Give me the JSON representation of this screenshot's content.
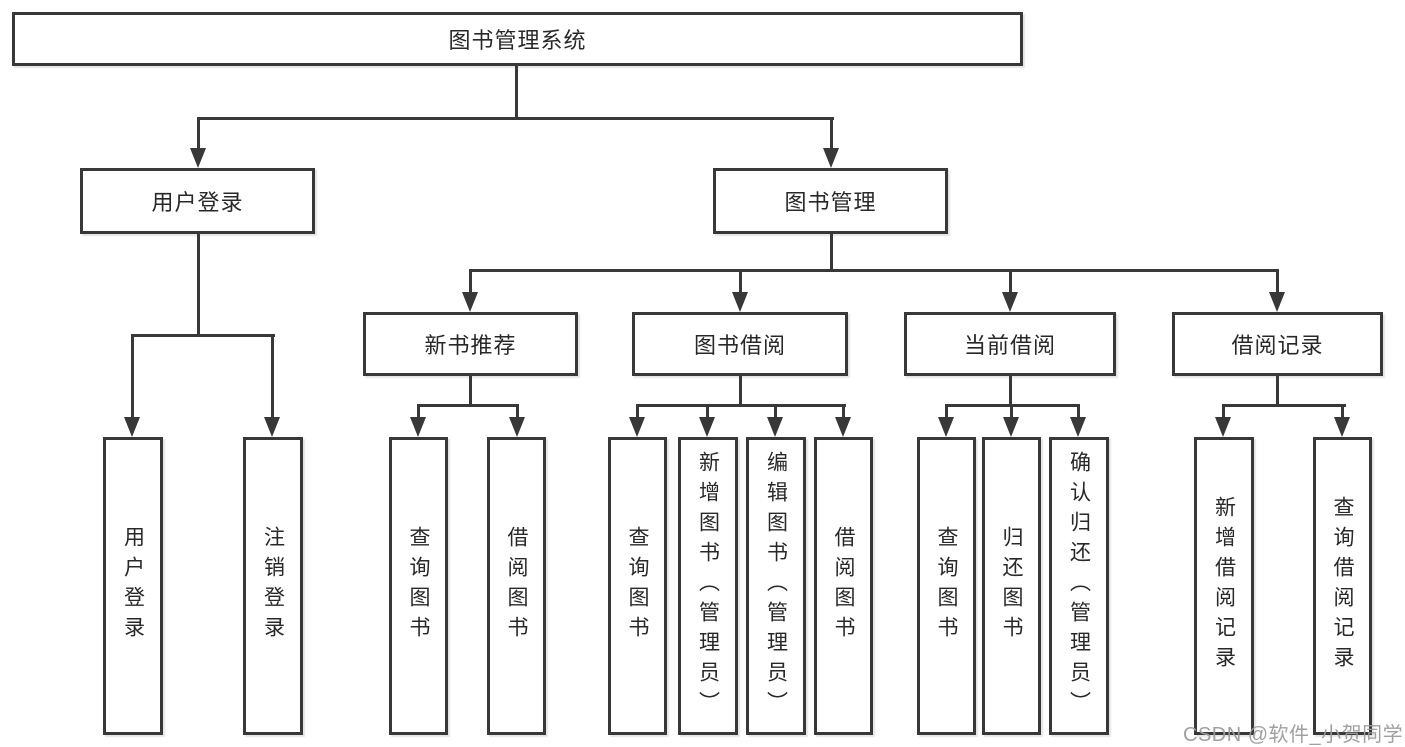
{
  "root": {
    "label": "图书管理系统"
  },
  "branches": {
    "user_login": {
      "label": "用户登录",
      "children": [
        {
          "label": "用户登录"
        },
        {
          "label": "注销登录"
        }
      ]
    },
    "book_management": {
      "label": "图书管理",
      "sections": {
        "new_book": {
          "label": "新书推荐",
          "children": [
            {
              "label": "查询图书"
            },
            {
              "label": "借阅图书"
            }
          ]
        },
        "borrow": {
          "label": "图书借阅",
          "children": [
            {
              "label": "查询图书"
            },
            {
              "label": "新增图书（管理员）"
            },
            {
              "label": "编辑图书（管理员）"
            },
            {
              "label": "借阅图书"
            }
          ]
        },
        "current": {
          "label": "当前借阅",
          "children": [
            {
              "label": "查询图书"
            },
            {
              "label": "归还图书"
            },
            {
              "label": "确认归还（管理员）"
            }
          ]
        },
        "records": {
          "label": "借阅记录",
          "children": [
            {
              "label": "新增借阅记录"
            },
            {
              "label": "查询借阅记录"
            }
          ]
        }
      }
    }
  },
  "watermark": {
    "text": "CSDN @软件_小贺同学"
  },
  "colors": {
    "line": "#383838",
    "box_border": "#383838",
    "box_fill": "#ffffff",
    "text": "#282828",
    "watermark": "#9b9b9b",
    "background": "#ffffff"
  }
}
